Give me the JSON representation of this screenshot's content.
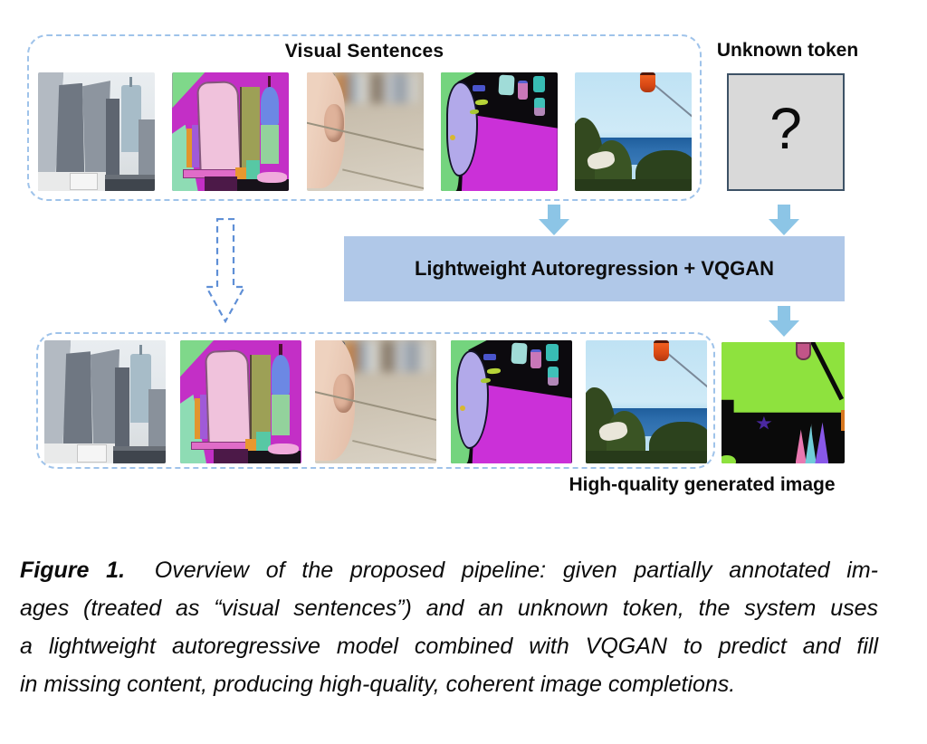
{
  "figure": {
    "visual_sentences": {
      "title": "Visual Sentences",
      "images": [
        {
          "name": "city-photo",
          "desc": "photograph of gray skyscrapers against light sky"
        },
        {
          "name": "city-segmentation",
          "desc": "segmentation map of buildings on magenta background"
        },
        {
          "name": "hand-photo",
          "desc": "close-up of a hand holding a phone on a blurred street"
        },
        {
          "name": "street-segmentation",
          "desc": "segmentation map with magenta road, lavender and green shapes on black"
        },
        {
          "name": "coast-photo",
          "desc": "photograph of trees and sea with an orange cable car"
        }
      ]
    },
    "unknown_token": {
      "label": "Unknown token",
      "symbol": "?"
    },
    "model_box": {
      "label": "Lightweight Autoregression + VQGAN"
    },
    "output": {
      "label": "High-quality generated image",
      "image": {
        "name": "generated-segmentation",
        "desc": "generated segmentation: lime green region, rose rectangle, black area with purple star and colored spikes"
      }
    }
  },
  "caption": {
    "tag": "Figure 1.",
    "lines": {
      "l1": "Overview of the proposed pipeline: given partially annotated im-",
      "l2": "ages (treated as “visual sentences”) and an unknown token, the system uses",
      "l3": "a lightweight autoregressive model combined with VQGAN to predict and fill",
      "l4": "in missing content, producing high-quality, coherent image completions."
    }
  },
  "colors": {
    "dashed_border": "#9fc3ea",
    "arrow_fill": "#8cc5e6",
    "model_box_fill": "#b0c8e8",
    "token_box_fill": "#d9d9d9",
    "token_box_border": "#3d5266"
  }
}
